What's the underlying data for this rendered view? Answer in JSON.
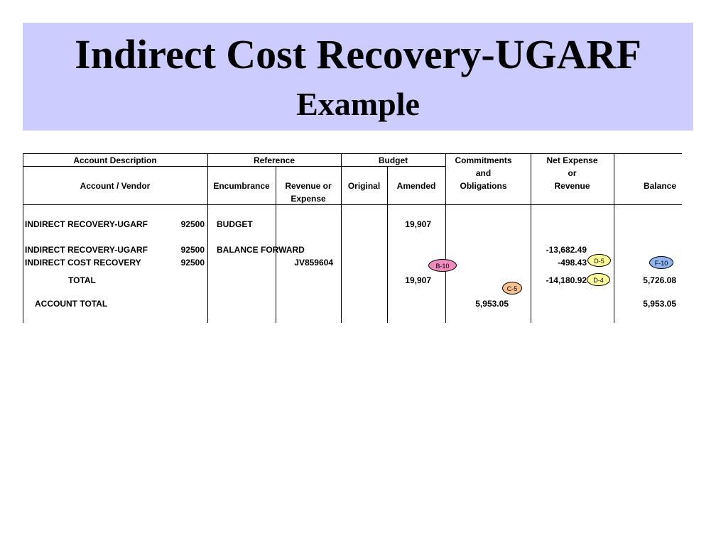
{
  "title": "Indirect Cost Recovery-UGARF",
  "subtitle": "Example",
  "colors": {
    "title_band": "#ccccff",
    "badge_b10": "#f08bbd",
    "badge_d": "#ffff99",
    "badge_c5": "#f9c08f",
    "badge_f10": "#8fb4ef"
  },
  "header": {
    "account_description": "Account Description",
    "reference": "Reference",
    "budget": "Budget",
    "commitments_line1": "Commitments",
    "commitments_line2": "and",
    "commitments_line3": "Obligations",
    "net_line1": "Net Expense",
    "net_line2": "or",
    "net_line3": "Revenue",
    "account_vendor": "Account / Vendor",
    "encumbrance": "Encumbrance",
    "revenue_or_line1": "Revenue or",
    "revenue_or_line2": "Expense",
    "original": "Original",
    "amended": "Amended",
    "balance": "Balance"
  },
  "rows": [
    {
      "desc": "INDIRECT RECOVERY-UGARF",
      "acct": "92500",
      "encumbrance": "BUDGET",
      "revenue_or_expense": "",
      "amended": "19,907",
      "commitments": "",
      "net": "",
      "balance": ""
    },
    {
      "desc": "INDIRECT RECOVERY-UGARF",
      "acct": "92500",
      "encumbrance": "BALANCE FORWARD",
      "revenue_or_expense": "",
      "amended": "",
      "commitments": "",
      "net": "-13,682.49",
      "balance": ""
    },
    {
      "desc": "INDIRECT COST RECOVERY",
      "acct": "92500",
      "encumbrance": "",
      "revenue_or_expense": "JV859604",
      "amended": "",
      "commitments": "",
      "net": "-498.43",
      "balance": ""
    },
    {
      "desc": "TOTAL",
      "acct": "",
      "encumbrance": "",
      "revenue_or_expense": "",
      "amended": "19,907",
      "commitments": "",
      "net": "-14,180.92",
      "balance": "5,726.08"
    },
    {
      "desc": "ACCOUNT TOTAL",
      "acct": "",
      "encumbrance": "",
      "revenue_or_expense": "",
      "amended": "",
      "commitments": "5,953.05",
      "net": "",
      "balance": "5,953.05"
    }
  ],
  "badges": {
    "b10": "B-10",
    "d5": "D-5",
    "f10": "F-10",
    "c5": "C-5",
    "d4": "D-4"
  }
}
